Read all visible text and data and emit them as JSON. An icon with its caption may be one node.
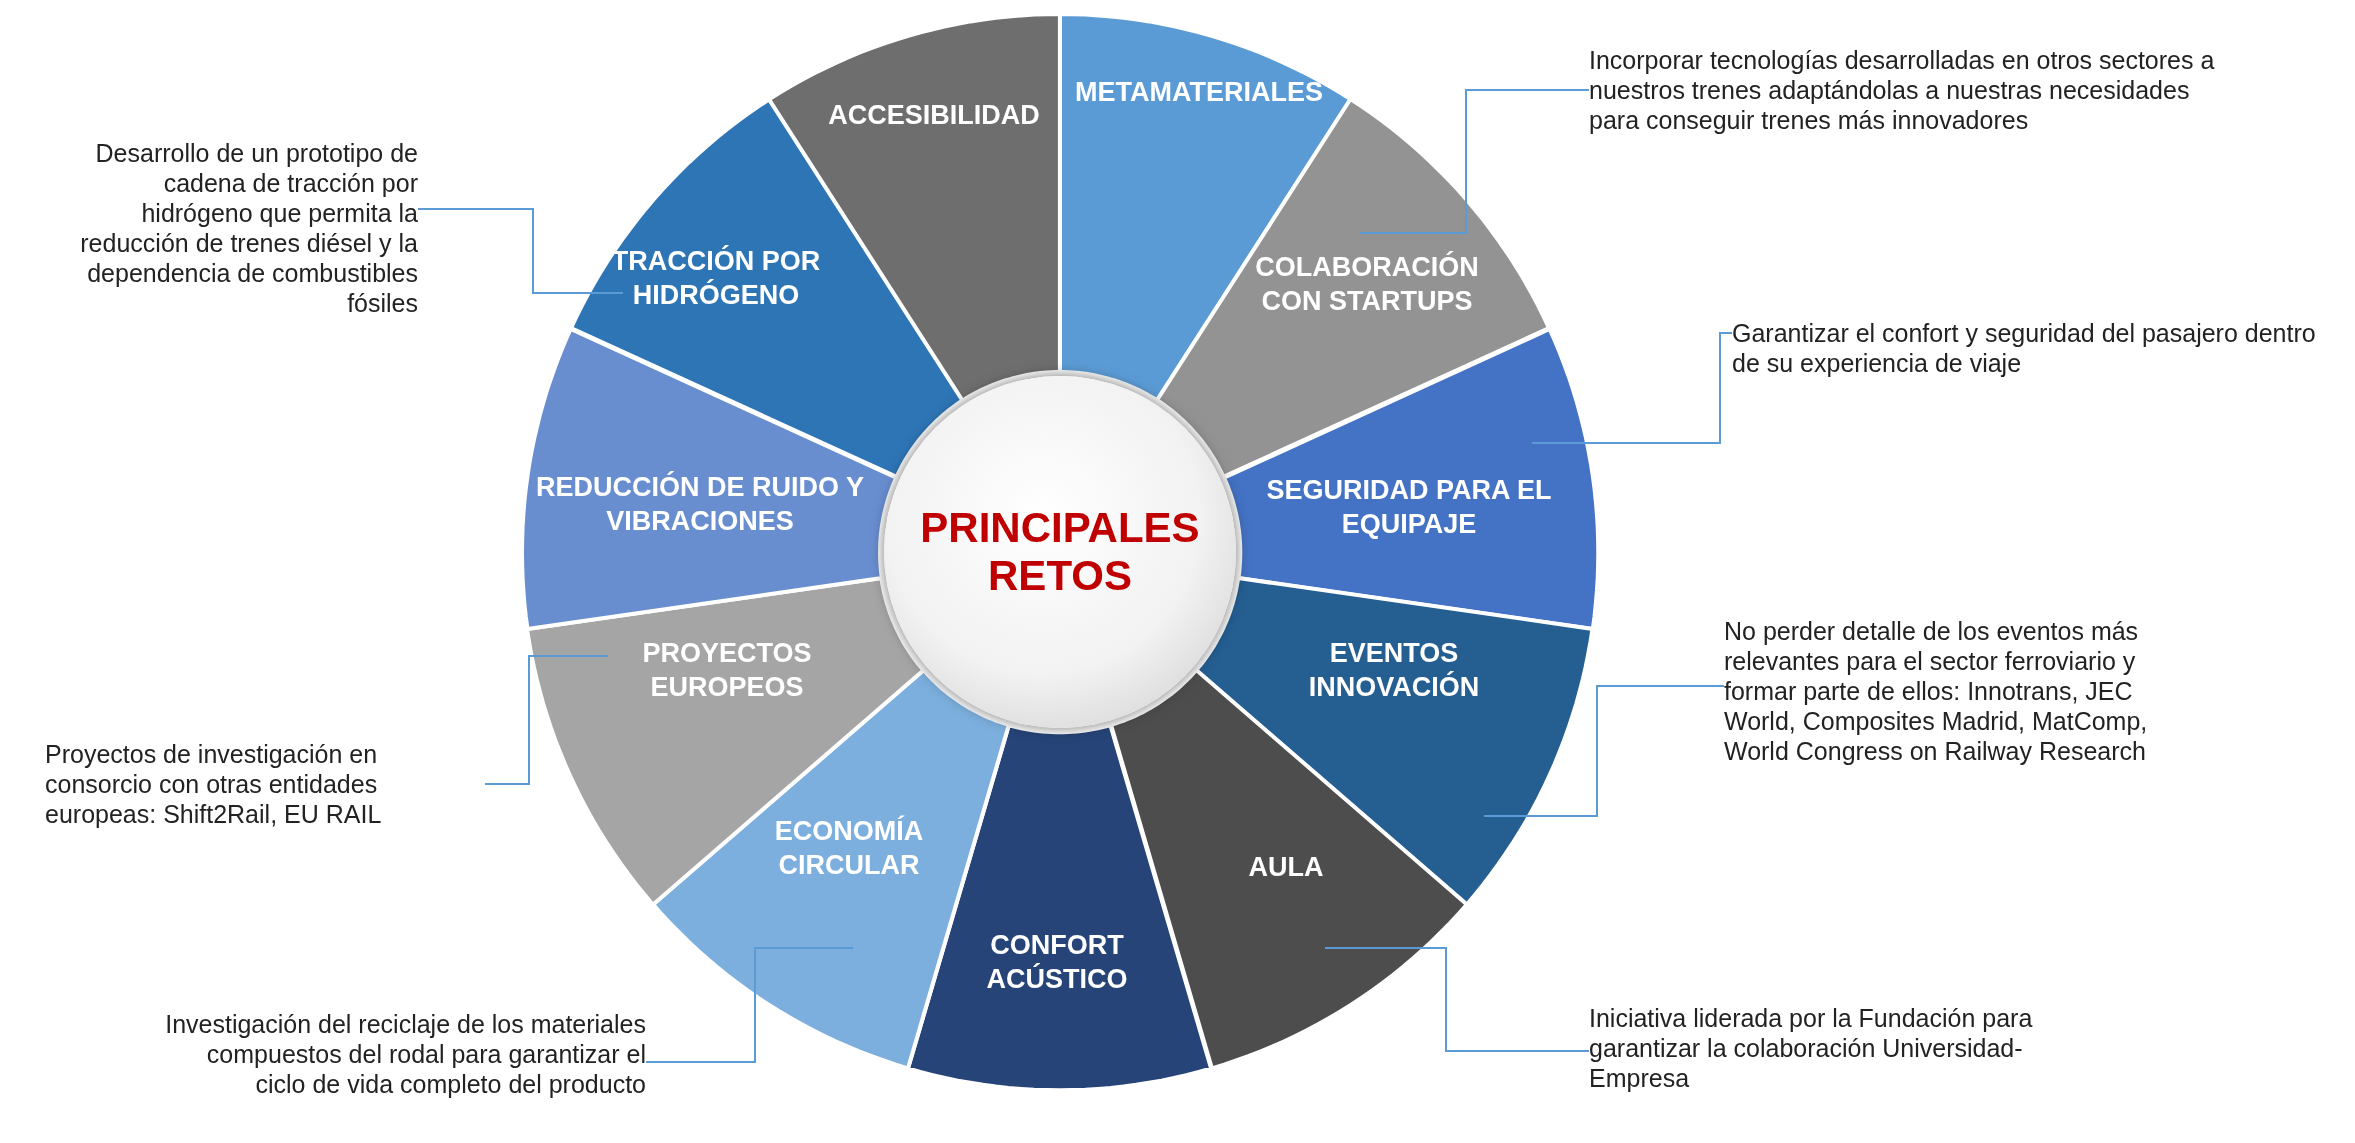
{
  "diagram": {
    "nodes": [
      {
        "text": [
          "PRINCIPALES RETOS"
        ]
      },
      {
        "text": [
          "METAMATERIALES"
        ]
      },
      {
        "text": [
          "COLABORACIÓN CON STARTUPS"
        ]
      },
      {
        "text": [
          "SEGURIDAD PARA EL EQUIPAJE"
        ]
      },
      {
        "text": [
          "EVENTOS INNOVACIÓN"
        ]
      },
      {
        "text": [
          "AULA"
        ]
      },
      {
        "text": [
          "CONFORT ACÚSTICO"
        ]
      },
      {
        "text": [
          "ECONOMÍA CIRCULAR"
        ]
      },
      {
        "text": [
          "PROYECTOS EUROPEOS"
        ]
      },
      {
        "text": [
          "REDUCCIÓN DE RUIDO Y VIBRACIONES"
        ]
      },
      {
        "text": [
          "TRACCIÓN POR HIDRÓGENO"
        ]
      },
      {
        "text": [
          "ACCESIBILIDAD"
        ]
      },
      {
        "text": [
          "Incorporar tecnologías desarrolladas en otros sectores a nuestros trenes adaptándolas a nuestras necesidades para conseguir trenes más innovadores"
        ]
      },
      {
        "text": [
          "Garantizar el confort y seguridad del pasajero dentro de su experiencia de viaje"
        ]
      },
      {
        "text": [
          "No perder detalle de los eventos más relevantes para el sector ferroviario y formar parte de ellos: Innotrans, JEC World, Composites Madrid, MatComp, World Congress on Railway Research"
        ]
      },
      {
        "text": [
          "Iniciativa liderada por la Fundación para garantizar la colaboración Universidad-Empresa"
        ]
      },
      {
        "text": [
          "Investigación del reciclaje de los materiales compuestos del rodal para garantizar el ciclo de vida completo del producto"
        ]
      },
      {
        "text": [
          "Proyectos de investigación en consorcio con otras entidades europeas: Shift2Rail, EU RAIL"
        ]
      },
      {
        "text": [
          "Desarrollo de un prototipo de cadena de tracción por hidrógeno que permita la reducción de trenes diésel y la dependencia de combustibles fósiles"
        ]
      }
    ],
    "edges": [
      {
        "from": 12,
        "to": 2,
        "arrow": "none"
      },
      {
        "from": 13,
        "to": 3,
        "arrow": "none"
      },
      {
        "from": 14,
        "to": 4,
        "arrow": "none"
      },
      {
        "from": 15,
        "to": 5,
        "arrow": "none"
      },
      {
        "from": 16,
        "to": 7,
        "arrow": "none"
      },
      {
        "from": 17,
        "to": 8,
        "arrow": "none"
      },
      {
        "from": 18,
        "to": 10,
        "arrow": "none"
      }
    ]
  }
}
